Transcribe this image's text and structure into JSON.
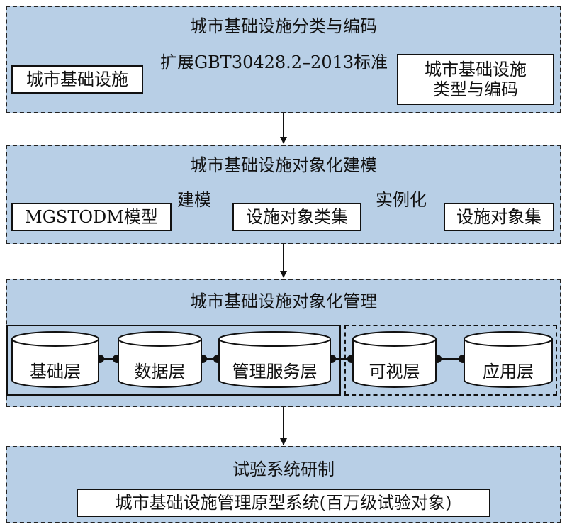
{
  "panel1": {
    "title": "城市基础设施分类与编码",
    "left_box": "城市基础设施",
    "arrow_label": "扩展GBT30428.2–2013标准",
    "right_box_line1": "城市基础设施",
    "right_box_line2": "类型与编码"
  },
  "panel2": {
    "title": "城市基础设施对象化建模",
    "box1": "MGSTODM模型",
    "arrow1_label": "建模",
    "box2": "设施对象类集",
    "arrow2_label": "实例化",
    "box3": "设施对象集"
  },
  "panel3": {
    "title": "城市基础设施对象化管理",
    "layers": [
      "基础层",
      "数据层",
      "管理服务层",
      "可视层",
      "应用层"
    ]
  },
  "panel4": {
    "title": "试验系统研制",
    "box": "城市基础设施管理原型系统(百万级试验对象)"
  },
  "colors": {
    "panel_fill": "#b8cfe6",
    "stroke": "#111111",
    "box_fill": "#ffffff"
  }
}
